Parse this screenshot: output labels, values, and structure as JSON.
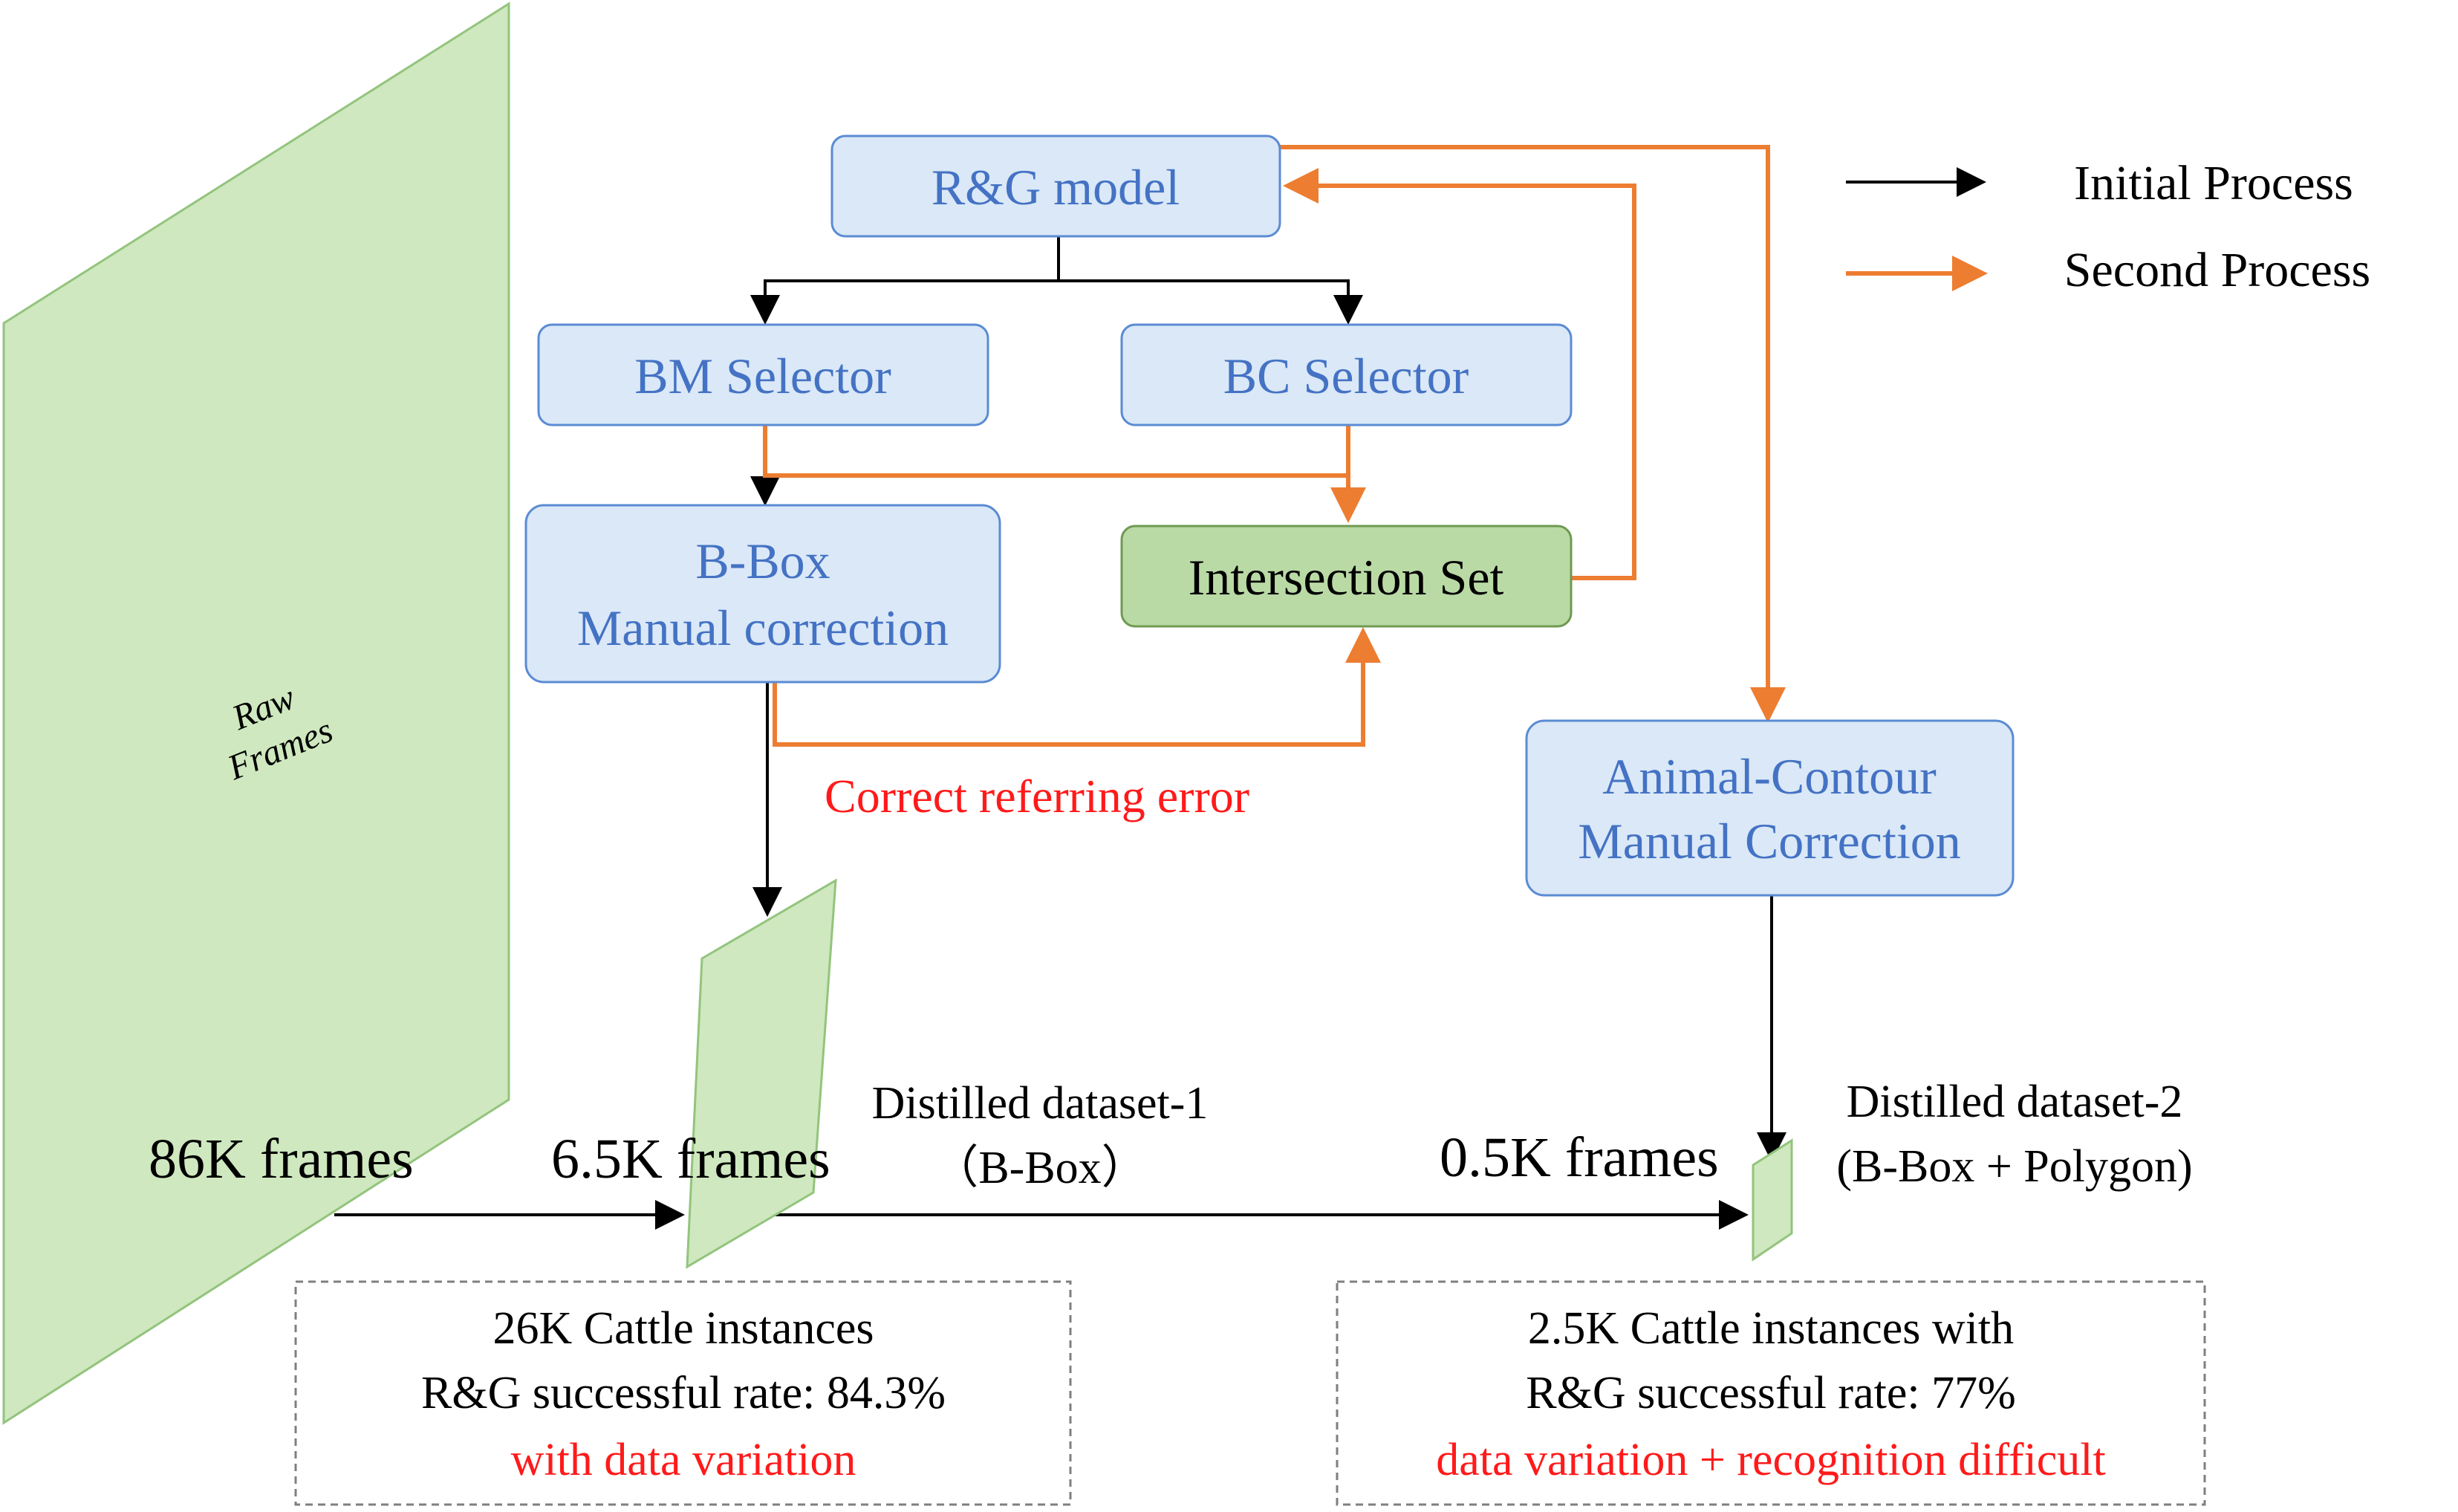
{
  "raw_frames": {
    "label_line1": "Raw",
    "label_line2": "Frames"
  },
  "nodes": {
    "rg_model": "R&G model",
    "bm_selector": "BM Selector",
    "bc_selector": "BC Selector",
    "bbox_correction": {
      "line1": "B-Box",
      "line2": "Manual correction"
    },
    "intersection_set": "Intersection Set",
    "contour_correction": {
      "line1": "Animal-Contour",
      "line2": "Manual Correction"
    }
  },
  "annotations": {
    "correct_referring_error": "Correct referring error"
  },
  "datasets": {
    "dataset1": {
      "line1": "Distilled dataset-1",
      "line2": "（B-Box）"
    },
    "dataset2": {
      "line1": "Distilled dataset-2",
      "line2": "(B-Box + Polygon)"
    }
  },
  "frame_counts": {
    "raw": "86K frames",
    "dataset1": "6.5K frames",
    "dataset2": "0.5K frames"
  },
  "info_boxes": {
    "box1": {
      "line1": "26K Cattle instances",
      "line2": "R&G successful rate: 84.3%",
      "line3": "with data variation"
    },
    "box2": {
      "line1": "2.5K Cattle instances with",
      "line2": "R&G successful rate: 77%",
      "line3": "data variation + recognition difficult"
    }
  },
  "legend": {
    "initial": "Initial Process",
    "second": "Second Process"
  },
  "colors": {
    "node_fill": "#dae8f7",
    "node_stroke": "#5b8bd3",
    "node_text": "#4472c4",
    "intersection_fill": "#a9d18e",
    "frame_fill": "#cfe8bf",
    "initial_arrow": "#000000",
    "second_arrow": "#ed7d31",
    "highlight_text": "#ff1a1a"
  }
}
